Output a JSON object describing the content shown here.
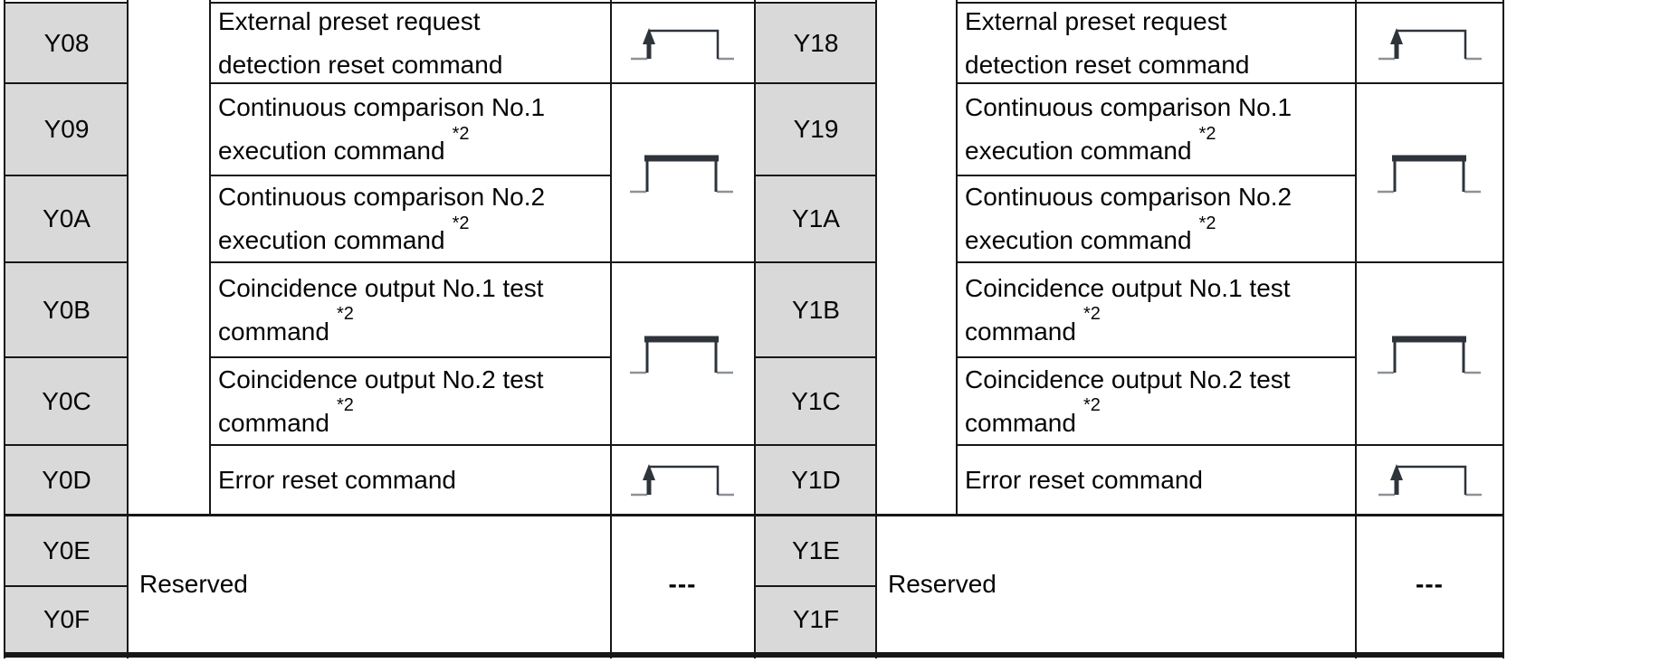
{
  "table": {
    "left": {
      "rows": [
        {
          "signal": "Y08",
          "line1": "External preset request",
          "line2": "detection reset command",
          "footnote": ""
        },
        {
          "signal": "Y09",
          "line1": "Continuous comparison No.1",
          "line2": "execution command",
          "footnote": "*2"
        },
        {
          "signal": "Y0A",
          "line1": "Continuous comparison No.2",
          "line2": "execution command",
          "footnote": "*2"
        },
        {
          "signal": "Y0B",
          "line1": "Coincidence output No.1 test",
          "line2": "command",
          "footnote": "*2"
        },
        {
          "signal": "Y0C",
          "line1": "Coincidence output No.2 test",
          "line2": "command",
          "footnote": "*2"
        },
        {
          "signal": "Y0D",
          "line1": "Error reset command",
          "line2": "",
          "footnote": ""
        },
        {
          "signal": "Y0E"
        },
        {
          "signal": "Y0F"
        }
      ],
      "reserved_label": "Reserved",
      "timing_cells": [
        {
          "rows": "Y08",
          "icon": "pulse-rising-edge-arrow"
        },
        {
          "rows": "Y09-Y0A",
          "icon": "level-pulse"
        },
        {
          "rows": "Y0B-Y0C",
          "icon": "level-pulse"
        },
        {
          "rows": "Y0D",
          "icon": "pulse-rising-edge-arrow"
        },
        {
          "rows": "Y0E-Y0F",
          "icon": "none",
          "text": "---"
        }
      ]
    },
    "right": {
      "rows": [
        {
          "signal": "Y18",
          "line1": "External preset request",
          "line2": "detection reset command",
          "footnote": ""
        },
        {
          "signal": "Y19",
          "line1": "Continuous comparison No.1",
          "line2": "execution command",
          "footnote": "*2"
        },
        {
          "signal": "Y1A",
          "line1": "Continuous comparison No.2",
          "line2": "execution command",
          "footnote": "*2"
        },
        {
          "signal": "Y1B",
          "line1": "Coincidence output No.1 test",
          "line2": "command",
          "footnote": "*2"
        },
        {
          "signal": "Y1C",
          "line1": "Coincidence output No.2 test",
          "line2": "command",
          "footnote": "*2"
        },
        {
          "signal": "Y1D",
          "line1": "Error reset command",
          "line2": "",
          "footnote": ""
        },
        {
          "signal": "Y1E"
        },
        {
          "signal": "Y1F"
        }
      ],
      "reserved_label": "Reserved",
      "timing_cells": [
        {
          "rows": "Y18",
          "icon": "pulse-rising-edge-arrow"
        },
        {
          "rows": "Y19-Y1A",
          "icon": "level-pulse"
        },
        {
          "rows": "Y1B-Y1C",
          "icon": "level-pulse"
        },
        {
          "rows": "Y1D",
          "icon": "pulse-rising-edge-arrow"
        },
        {
          "rows": "Y1E-Y1F",
          "icon": "none",
          "text": "---"
        }
      ]
    }
  },
  "colors": {
    "cell_gray": "#d9d9d9",
    "border": "#17171a",
    "pulse_dark": "#2f343b",
    "pulse_stub": "#8e9298",
    "text": "#050505",
    "background": "#ffffff"
  }
}
